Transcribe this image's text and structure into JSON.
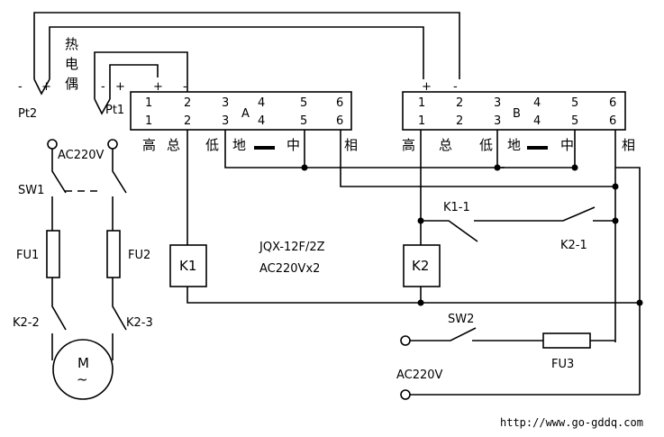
{
  "thermocouple": {
    "label_1": "热",
    "label_2": "电",
    "label_3": "偶",
    "pt2": "Pt2",
    "pt1": "Pt1",
    "minus": "-",
    "plus": "+"
  },
  "meter_a": {
    "name": "A",
    "top_numbers": [
      "1",
      "2",
      "3",
      "4",
      "5",
      "6"
    ],
    "bottom_numbers": [
      "1",
      "2",
      "3",
      "4",
      "5",
      "6"
    ],
    "terminals": [
      "高",
      "总",
      "低",
      "地",
      "中",
      "相"
    ]
  },
  "meter_b": {
    "name": "B",
    "top_numbers": [
      "1",
      "2",
      "3",
      "4",
      "5",
      "6"
    ],
    "bottom_numbers": [
      "1",
      "2",
      "3",
      "4",
      "5",
      "6"
    ],
    "terminals": [
      "高",
      "总",
      "低",
      "地",
      "中",
      "相"
    ]
  },
  "power": {
    "ac_left": "AC220V",
    "ac_bottom": "AC220V"
  },
  "components": {
    "sw1": "SW1",
    "sw2": "SW2",
    "fu1": "FU1",
    "fu2": "FU2",
    "fu3": "FU3",
    "k1": "K1",
    "k2": "K2",
    "k1_1": "K1-1",
    "k2_1": "K2-1",
    "k2_2": "K2-2",
    "k2_3": "K2-3",
    "motor": "M",
    "motor_ac": "~"
  },
  "relay_model": {
    "line1": "JQX-12F/2Z",
    "line2": "AC220Vx2"
  },
  "footer": {
    "url": "http://www.go-gddq.com"
  }
}
